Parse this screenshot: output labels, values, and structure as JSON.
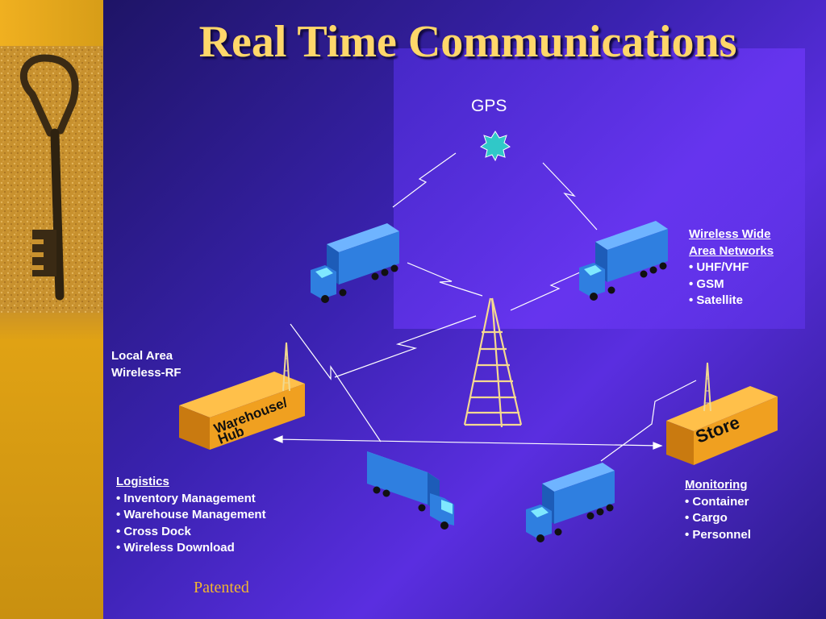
{
  "title": "Real Time Communications",
  "gps_label": "GPS",
  "wan": {
    "heading": "Wireless Wide Area Networks",
    "items": [
      "• UHF/VHF",
      "• GSM",
      "• Satellite"
    ]
  },
  "lan": {
    "line1": "Local Area",
    "line2": "Wireless-RF"
  },
  "warehouse_label": {
    "line1": "Warehouse/",
    "line2": "Hub"
  },
  "store_label": "Store",
  "logistics": {
    "heading": "Logistics",
    "items": [
      "• Inventory  Management",
      "• Warehouse Management",
      "• Cross Dock",
      "• Wireless  Download"
    ]
  },
  "monitoring": {
    "heading": "Monitoring",
    "items": [
      "• Container",
      "• Cargo",
      "• Personnel"
    ]
  },
  "footer": "Patented",
  "colors": {
    "title": "#ffd76a",
    "truck": "#2f7fe0",
    "box": "#f0a020",
    "gps_star": "#30c8c8",
    "footer": "#f2b630"
  },
  "icons": [
    "key-image",
    "gps-satellite-icon",
    "truck-icon",
    "radio-tower-icon",
    "lightning-link-icon"
  ]
}
